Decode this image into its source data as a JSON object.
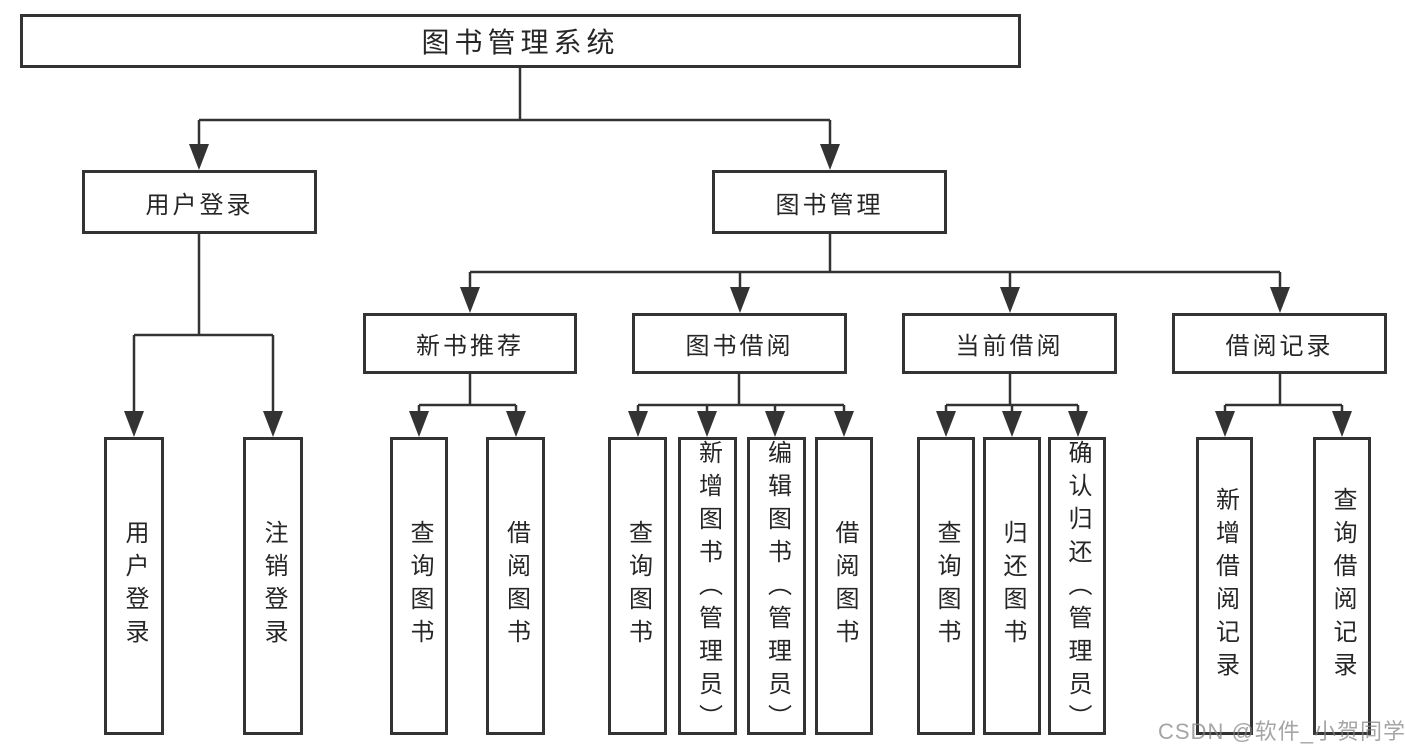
{
  "diagram": {
    "title": "图书管理系统",
    "nodes": {
      "root": {
        "label": "图书管理系统"
      },
      "user_login": {
        "label": "用户登录"
      },
      "book_mgmt": {
        "label": "图书管理"
      },
      "new_book_rec": {
        "label": "新书推荐"
      },
      "book_borrow": {
        "label": "图书借阅"
      },
      "current_borrow": {
        "label": "当前借阅"
      },
      "borrow_record": {
        "label": "借阅记录"
      },
      "leaf_login": {
        "label": "用户登录"
      },
      "leaf_logout": {
        "label": "注销登录"
      },
      "leaf_rec_query": {
        "label": "查询图书"
      },
      "leaf_rec_borrow": {
        "label": "借阅图书"
      },
      "leaf_bb_query": {
        "label": "查询图书"
      },
      "leaf_bb_add": {
        "label": "新增图书（管理员）"
      },
      "leaf_bb_edit": {
        "label": "编辑图书（管理员）"
      },
      "leaf_bb_borrow": {
        "label": "借阅图书"
      },
      "leaf_cb_query": {
        "label": "查询图书"
      },
      "leaf_cb_return": {
        "label": "归还图书"
      },
      "leaf_cb_confirm": {
        "label": "确认归还（管理员）"
      },
      "leaf_br_add": {
        "label": "新增借阅记录"
      },
      "leaf_br_query": {
        "label": "查询借阅记录"
      }
    },
    "edges": [
      {
        "from": "root",
        "to": [
          "user_login",
          "book_mgmt"
        ]
      },
      {
        "from": "user_login",
        "to": [
          "leaf_login",
          "leaf_logout"
        ]
      },
      {
        "from": "book_mgmt",
        "to": [
          "new_book_rec",
          "book_borrow",
          "current_borrow",
          "borrow_record"
        ]
      },
      {
        "from": "new_book_rec",
        "to": [
          "leaf_rec_query",
          "leaf_rec_borrow"
        ]
      },
      {
        "from": "book_borrow",
        "to": [
          "leaf_bb_query",
          "leaf_bb_add",
          "leaf_bb_edit",
          "leaf_bb_borrow"
        ]
      },
      {
        "from": "current_borrow",
        "to": [
          "leaf_cb_query",
          "leaf_cb_return",
          "leaf_cb_confirm"
        ]
      },
      {
        "from": "borrow_record",
        "to": [
          "leaf_br_add",
          "leaf_br_query"
        ]
      }
    ]
  },
  "watermark": {
    "text": "CSDN @软件_小贺同学",
    "color": "#828282"
  },
  "colors": {
    "line": "#333333",
    "text": "#262626",
    "background": "#ffffff"
  }
}
